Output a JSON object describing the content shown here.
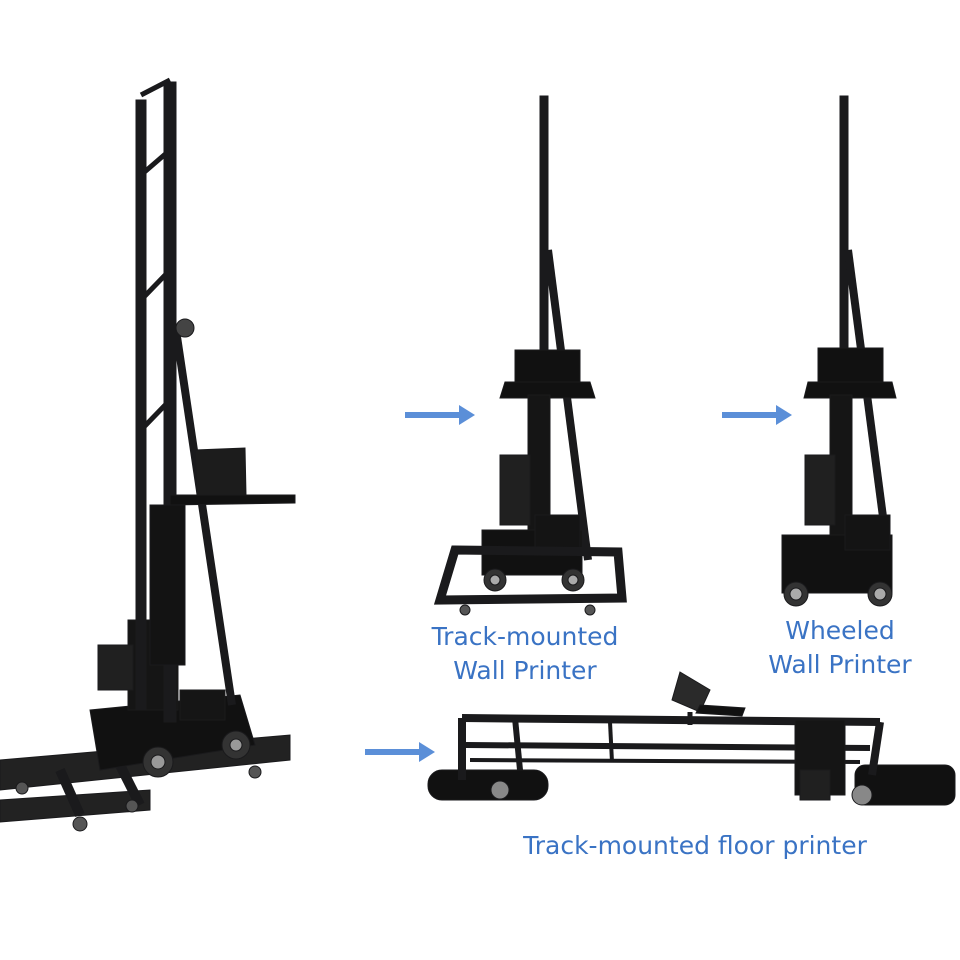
{
  "colors": {
    "frame": "#1a1a1c",
    "accent_label": "#3a73c4",
    "arrow": "#5b8fd8",
    "background": "#ffffff"
  },
  "labels": {
    "track_wall": [
      "Track-mounted",
      "Wall Printer"
    ],
    "wheeled_wall": [
      "Wheeled",
      "Wall Printer"
    ],
    "track_floor": "Track-mounted floor printer"
  },
  "icons": {
    "arrows": [
      "arrow-right-icon",
      "arrow-right-icon",
      "arrow-right-icon"
    ]
  }
}
